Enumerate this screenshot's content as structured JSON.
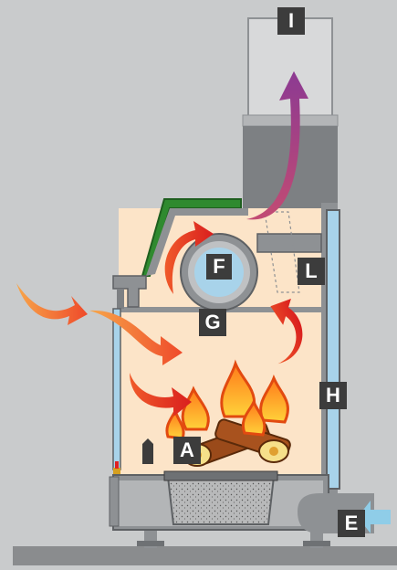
{
  "labels": {
    "A": "A",
    "E": "E",
    "F": "F",
    "G": "G",
    "H": "H",
    "I": "I",
    "L": "L"
  },
  "colors": {
    "background": "#c9cbcc",
    "chamber": "#fce4c8",
    "steel": "#8e9194",
    "steel_dark": "#5e6164",
    "glass": "#a8d3ea",
    "flue_top": "#d8d9da",
    "flue_lower": "#7d8083",
    "deflector": "#2f8a2f",
    "cold_air": "#f5a54a",
    "warm_air": "#e8302a",
    "exhaust": "#9a3d8a",
    "label_bg": "#3c3c3c",
    "label_text": "#ffffff",
    "outside_air": "#8fcde8",
    "floor": "#8a8c8e"
  },
  "icons": [
    "fire-icon",
    "logs-icon",
    "fan-icon",
    "air-flow-arrow-icon",
    "exhaust-arrow-icon"
  ]
}
